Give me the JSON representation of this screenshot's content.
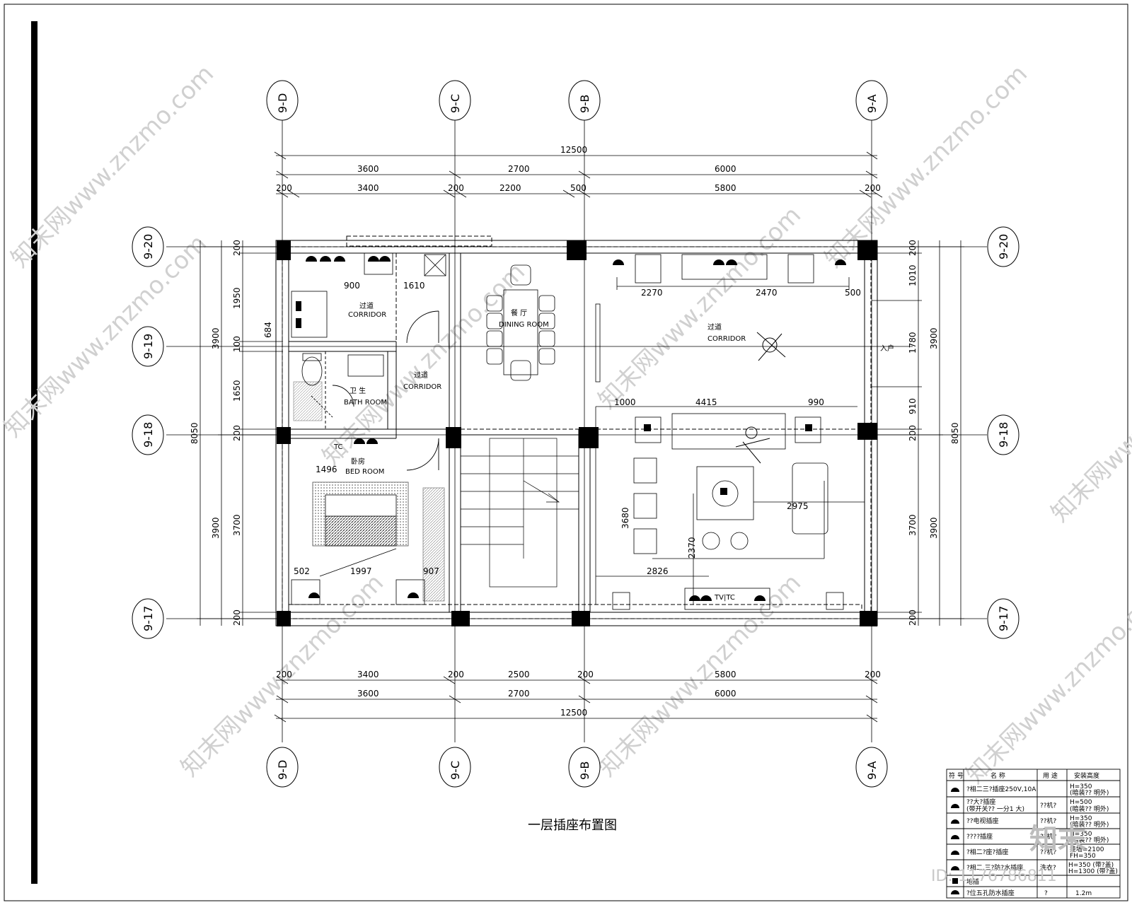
{
  "drawing": {
    "title": "一层插座布置图",
    "dims_top": {
      "total": "12500",
      "row2": [
        "3600",
        "2700",
        "6000"
      ],
      "row3": [
        "200",
        "3400",
        "200",
        "2200",
        "500",
        "5800",
        "200"
      ]
    },
    "dims_bottom": {
      "total": "12500",
      "row2": [
        "3600",
        "2700",
        "6000"
      ],
      "row1": [
        "200",
        "3400",
        "200",
        "2500",
        "200",
        "5800",
        "200"
      ]
    },
    "dims_left": {
      "total": "8050",
      "mid": [
        "3900",
        "3900"
      ],
      "inner": [
        "200",
        "1950",
        "684",
        "100",
        "1650",
        "200",
        "3700",
        "200"
      ]
    },
    "dims_right": {
      "total": "8050",
      "mid": [
        "3900",
        "3900"
      ],
      "inner": [
        "200",
        "1010",
        "1780",
        "910",
        "200",
        "3700",
        "200"
      ]
    },
    "interior_dims": [
      "900",
      "1610",
      "2270",
      "2470",
      "500",
      "1000",
      "4415",
      "990",
      "1496",
      "3680",
      "2975",
      "2826",
      "2370",
      "502",
      "1997",
      "907"
    ],
    "axis_labels": {
      "top": [
        "9-D",
        "9-C",
        "9-B",
        "9-A"
      ],
      "bottom": [
        "9-D",
        "9-C",
        "9-B",
        "9-A"
      ],
      "left": [
        "9-20",
        "9-19",
        "9-18",
        "9-17"
      ],
      "right": [
        "9-20",
        "9-18",
        "9-17"
      ]
    },
    "rooms": {
      "corridor1_cn": "过道",
      "corridor1_en": "CORRIDOR",
      "dining_cn": "餐 厅",
      "dining_en": "DINING ROOM",
      "corridor2_cn": "过道",
      "corridor2_en": "CORRIDOR",
      "corridor3_cn": "过道",
      "corridor3_en": "CORRIDOR",
      "bath_cn": "卫 生",
      "bath_en": "BATH ROOM",
      "bed_cn": "卧房",
      "bed_en": "BED ROOM",
      "entry": "入户",
      "tc": "TC",
      "tvtc": "TV|TC"
    },
    "legend": {
      "headers": [
        "符 号",
        "名 称",
        "用 途",
        "安装高度"
      ],
      "rows": [
        {
          "name": "?相二三?插座250V,10A",
          "use": "",
          "height": "H=350",
          "height2": "(暗装?? 明外)"
        },
        {
          "name": "??大?插座",
          "name2": "(带开关?? 一分1 大)",
          "use": "??机?",
          "height": "H=500",
          "height2": "(暗装?? 明外)"
        },
        {
          "name": "??电视插座",
          "use": "??机?",
          "height": "H=350",
          "height2": "(暗装?? 明外)"
        },
        {
          "name": "????插座",
          "use": "??机?",
          "height": "H=350",
          "height2": "(暗装?? 明外)"
        },
        {
          "name": "?相二?座?插座",
          "use": "??机?",
          "height": "挂墙=2100",
          "height2": "FH=350"
        },
        {
          "name": "?相二,三?防?水插座",
          "use": "洗衣?",
          "height": "H=350 (带?盖)",
          "height2": "H=1300 (带?盖)"
        },
        {
          "name": "地插",
          "use": "",
          "height": "",
          "height2": ""
        },
        {
          "name": "?位五孔防水插座",
          "use": "?",
          "height": "1.2m",
          "height2": ""
        }
      ]
    },
    "watermark": {
      "site": "知末网www.znzmo.com",
      "logo": "知末",
      "id": "ID: 1176786811"
    }
  }
}
